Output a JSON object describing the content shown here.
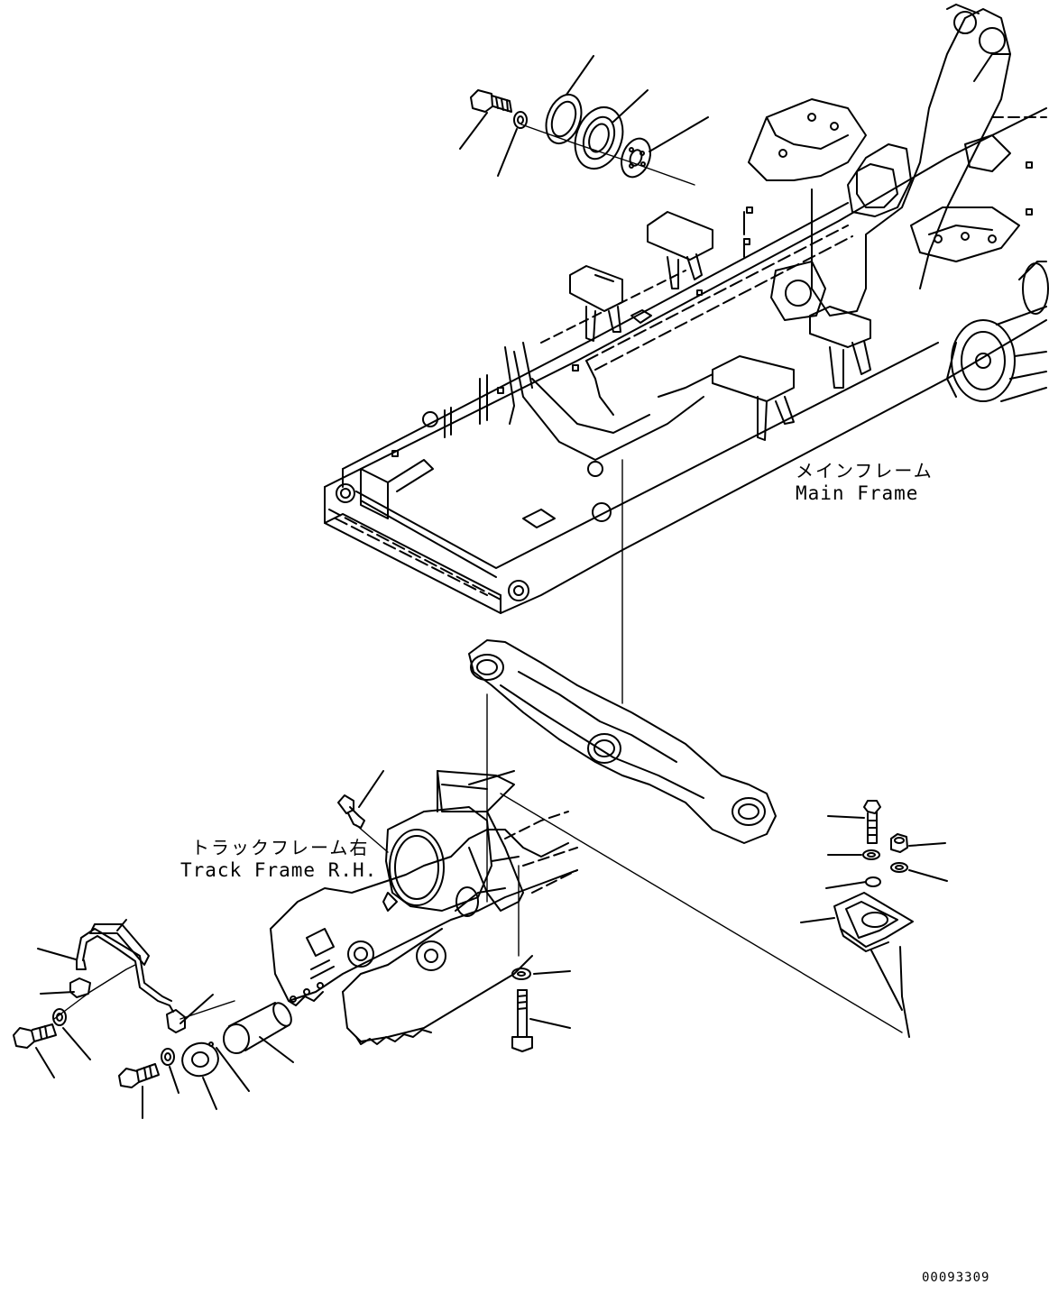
{
  "labels": {
    "main_frame_jp": "メインフレーム",
    "main_frame_en": "Main Frame",
    "track_frame_jp": "トラックフレーム右",
    "track_frame_en": "Track Frame R.H."
  },
  "document_number": "00093309",
  "colors": {
    "line": "#000000",
    "background": "#ffffff"
  }
}
